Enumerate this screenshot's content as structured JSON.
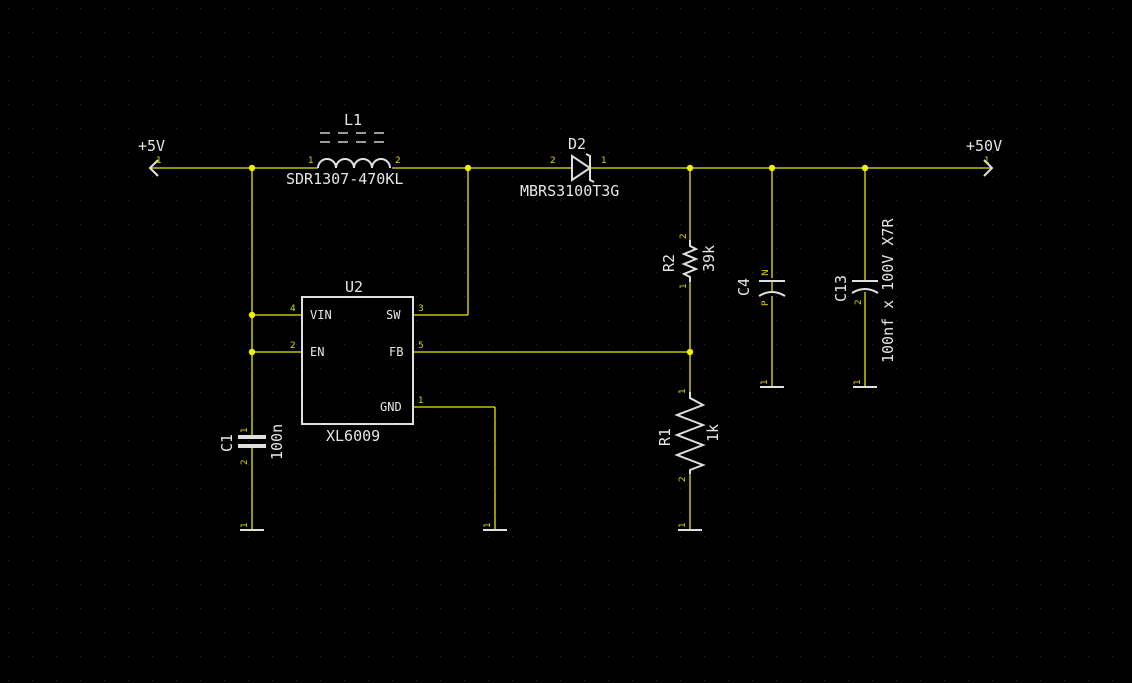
{
  "nets": {
    "vin": "+5V",
    "vout": "+50V"
  },
  "inductor": {
    "ref": "L1",
    "value": "SDR1307-470KL",
    "pin1": "1",
    "pin2": "2"
  },
  "diode": {
    "ref": "D2",
    "value": "MBRS3100T3G",
    "pin_a": "2",
    "pin_k": "1"
  },
  "ic": {
    "ref": "U2",
    "value": "XL6009",
    "vin_label": "VIN",
    "vin_pin": "4",
    "en_label": "EN",
    "en_pin": "2",
    "sw_label": "SW",
    "sw_pin": "3",
    "fb_label": "FB",
    "fb_pin": "5",
    "gnd_label": "GND",
    "gnd_pin": "1"
  },
  "r2": {
    "ref": "R2",
    "value": "39k",
    "pin_top": "2",
    "pin_bot": "1"
  },
  "r1": {
    "ref": "R1",
    "value": "1k",
    "pin_top": "1",
    "pin_bot": "2"
  },
  "c1": {
    "ref": "C1",
    "value": "100n",
    "pin_top": "1",
    "pin_bot": "2"
  },
  "c4": {
    "ref": "C4",
    "pin_n": "N",
    "pin_p": "P"
  },
  "c13": {
    "ref": "C13",
    "value": "100nf x 100V X7R",
    "pin2": "2"
  },
  "ground_pin": "1",
  "colors": {
    "background": "#000000",
    "wire": "#e6e600",
    "junction": "#f0f000",
    "part": "#e0e0e0",
    "grid": "#2a2a2a"
  }
}
